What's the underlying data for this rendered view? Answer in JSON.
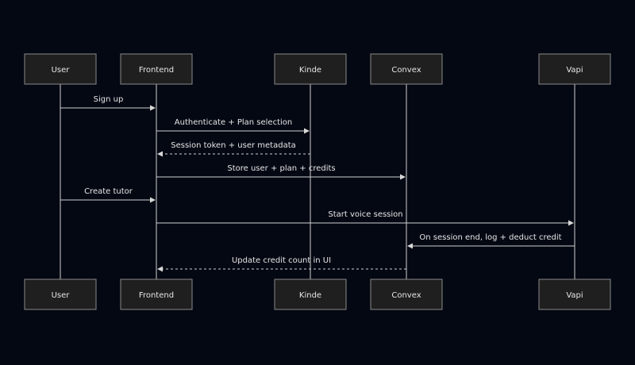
{
  "actors": [
    {
      "id": "user",
      "label": "User"
    },
    {
      "id": "frontend",
      "label": "Frontend"
    },
    {
      "id": "kinde",
      "label": "Kinde"
    },
    {
      "id": "convex",
      "label": "Convex"
    },
    {
      "id": "vapi",
      "label": "Vapi"
    }
  ],
  "messages": [
    {
      "from": "user",
      "to": "frontend",
      "label": "Sign up",
      "style": "solid"
    },
    {
      "from": "frontend",
      "to": "kinde",
      "label": "Authenticate + Plan selection",
      "style": "solid"
    },
    {
      "from": "kinde",
      "to": "frontend",
      "label": "Session token + user metadata",
      "style": "dashed"
    },
    {
      "from": "frontend",
      "to": "convex",
      "label": "Store user + plan + credits",
      "style": "solid"
    },
    {
      "from": "user",
      "to": "frontend",
      "label": "Create tutor",
      "style": "solid"
    },
    {
      "from": "frontend",
      "to": "vapi",
      "label": "Start voice session",
      "style": "solid"
    },
    {
      "from": "vapi",
      "to": "convex",
      "label": "On session end, log + deduct credit",
      "style": "solid"
    },
    {
      "from": "convex",
      "to": "frontend",
      "label": "Update credit count in UI",
      "style": "dashed"
    }
  ]
}
